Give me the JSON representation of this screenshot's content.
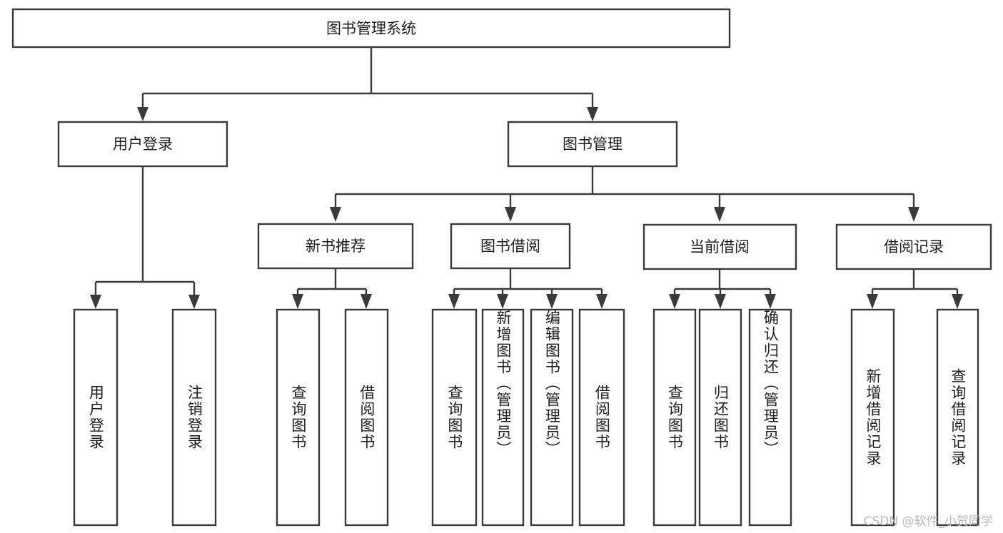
{
  "diagram": {
    "title": "图书管理系统",
    "watermark": "CSDN @软件_小贺同学",
    "colors": {
      "stroke": "#3a3a3a",
      "box_fill": "#ffffff",
      "text": "#1d1d1d",
      "background": "#ffffff",
      "watermark": "#b9b9b9"
    }
  },
  "chart_data": {
    "type": "diagram",
    "subtype": "tree-hierarchy",
    "title": "图书管理系统",
    "orientation": "top-down",
    "levels": 4,
    "nodes": [
      {
        "id": "root",
        "label": "图书管理系统",
        "level": 0,
        "parent": null,
        "text_direction": "horizontal"
      },
      {
        "id": "login",
        "label": "用户登录",
        "level": 1,
        "parent": "root",
        "text_direction": "horizontal"
      },
      {
        "id": "bookmgmt",
        "label": "图书管理",
        "level": 1,
        "parent": "root",
        "text_direction": "horizontal"
      },
      {
        "id": "newbook",
        "label": "新书推荐",
        "level": 2,
        "parent": "bookmgmt",
        "text_direction": "horizontal"
      },
      {
        "id": "borrow",
        "label": "图书借阅",
        "level": 2,
        "parent": "bookmgmt",
        "text_direction": "horizontal"
      },
      {
        "id": "current",
        "label": "当前借阅",
        "level": 2,
        "parent": "bookmgmt",
        "text_direction": "horizontal"
      },
      {
        "id": "records",
        "label": "借阅记录",
        "level": 2,
        "parent": "bookmgmt",
        "text_direction": "horizontal"
      },
      {
        "id": "l1",
        "label": "用户登录",
        "level": 3,
        "parent": "login",
        "text_direction": "vertical"
      },
      {
        "id": "l2",
        "label": "注销登录",
        "level": 3,
        "parent": "login",
        "text_direction": "vertical"
      },
      {
        "id": "n1",
        "label": "查询图书",
        "level": 3,
        "parent": "newbook",
        "text_direction": "vertical"
      },
      {
        "id": "n2",
        "label": "借阅图书",
        "level": 3,
        "parent": "newbook",
        "text_direction": "vertical"
      },
      {
        "id": "b1",
        "label": "查询图书",
        "level": 3,
        "parent": "borrow",
        "text_direction": "vertical"
      },
      {
        "id": "b2",
        "label": "新增图书（管理员）",
        "level": 3,
        "parent": "borrow",
        "text_direction": "vertical"
      },
      {
        "id": "b3",
        "label": "编辑图书（管理员）",
        "level": 3,
        "parent": "borrow",
        "text_direction": "vertical"
      },
      {
        "id": "b4",
        "label": "借阅图书",
        "level": 3,
        "parent": "borrow",
        "text_direction": "vertical"
      },
      {
        "id": "c1",
        "label": "查询图书",
        "level": 3,
        "parent": "current",
        "text_direction": "vertical"
      },
      {
        "id": "c2",
        "label": "归还图书",
        "level": 3,
        "parent": "current",
        "text_direction": "vertical"
      },
      {
        "id": "c3",
        "label": "确认归还（管理员）",
        "level": 3,
        "parent": "current",
        "text_direction": "vertical"
      },
      {
        "id": "r1",
        "label": "新增借阅记录",
        "level": 3,
        "parent": "records",
        "text_direction": "vertical"
      },
      {
        "id": "r2",
        "label": "查询借阅记录",
        "level": 3,
        "parent": "records",
        "text_direction": "vertical"
      }
    ],
    "edges": [
      {
        "from": "root",
        "to": "login"
      },
      {
        "from": "root",
        "to": "bookmgmt"
      },
      {
        "from": "login",
        "to": "l1"
      },
      {
        "from": "login",
        "to": "l2"
      },
      {
        "from": "bookmgmt",
        "to": "newbook"
      },
      {
        "from": "bookmgmt",
        "to": "borrow"
      },
      {
        "from": "bookmgmt",
        "to": "current"
      },
      {
        "from": "bookmgmt",
        "to": "records"
      },
      {
        "from": "newbook",
        "to": "n1"
      },
      {
        "from": "newbook",
        "to": "n2"
      },
      {
        "from": "borrow",
        "to": "b1"
      },
      {
        "from": "borrow",
        "to": "b2"
      },
      {
        "from": "borrow",
        "to": "b3"
      },
      {
        "from": "borrow",
        "to": "b4"
      },
      {
        "from": "current",
        "to": "c1"
      },
      {
        "from": "current",
        "to": "c2"
      },
      {
        "from": "current",
        "to": "c3"
      },
      {
        "from": "records",
        "to": "r1"
      },
      {
        "from": "records",
        "to": "r2"
      }
    ]
  }
}
